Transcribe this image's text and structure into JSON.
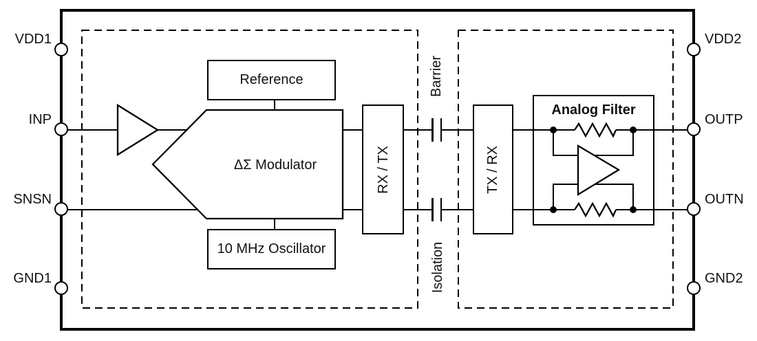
{
  "chip": {
    "pins_left": [
      {
        "label": "VDD1"
      },
      {
        "label": "INP"
      },
      {
        "label": "SNSN"
      },
      {
        "label": "GND1"
      }
    ],
    "pins_right": [
      {
        "label": "VDD2"
      },
      {
        "label": "OUTP"
      },
      {
        "label": "OUTN"
      },
      {
        "label": "GND2"
      }
    ],
    "blocks": {
      "reference": "Reference",
      "modulator": "ΔΣ Modulator",
      "oscillator": "10 MHz Oscillator",
      "rx_tx": "RX / TX",
      "tx_rx": "TX / RX",
      "analog_filter": "Analog Filter"
    },
    "isolation": {
      "barrier": "Barrier",
      "isolation": "Isolation"
    },
    "colors": {
      "line": "#000000",
      "text": "#111111",
      "background": "#ffffff"
    }
  }
}
